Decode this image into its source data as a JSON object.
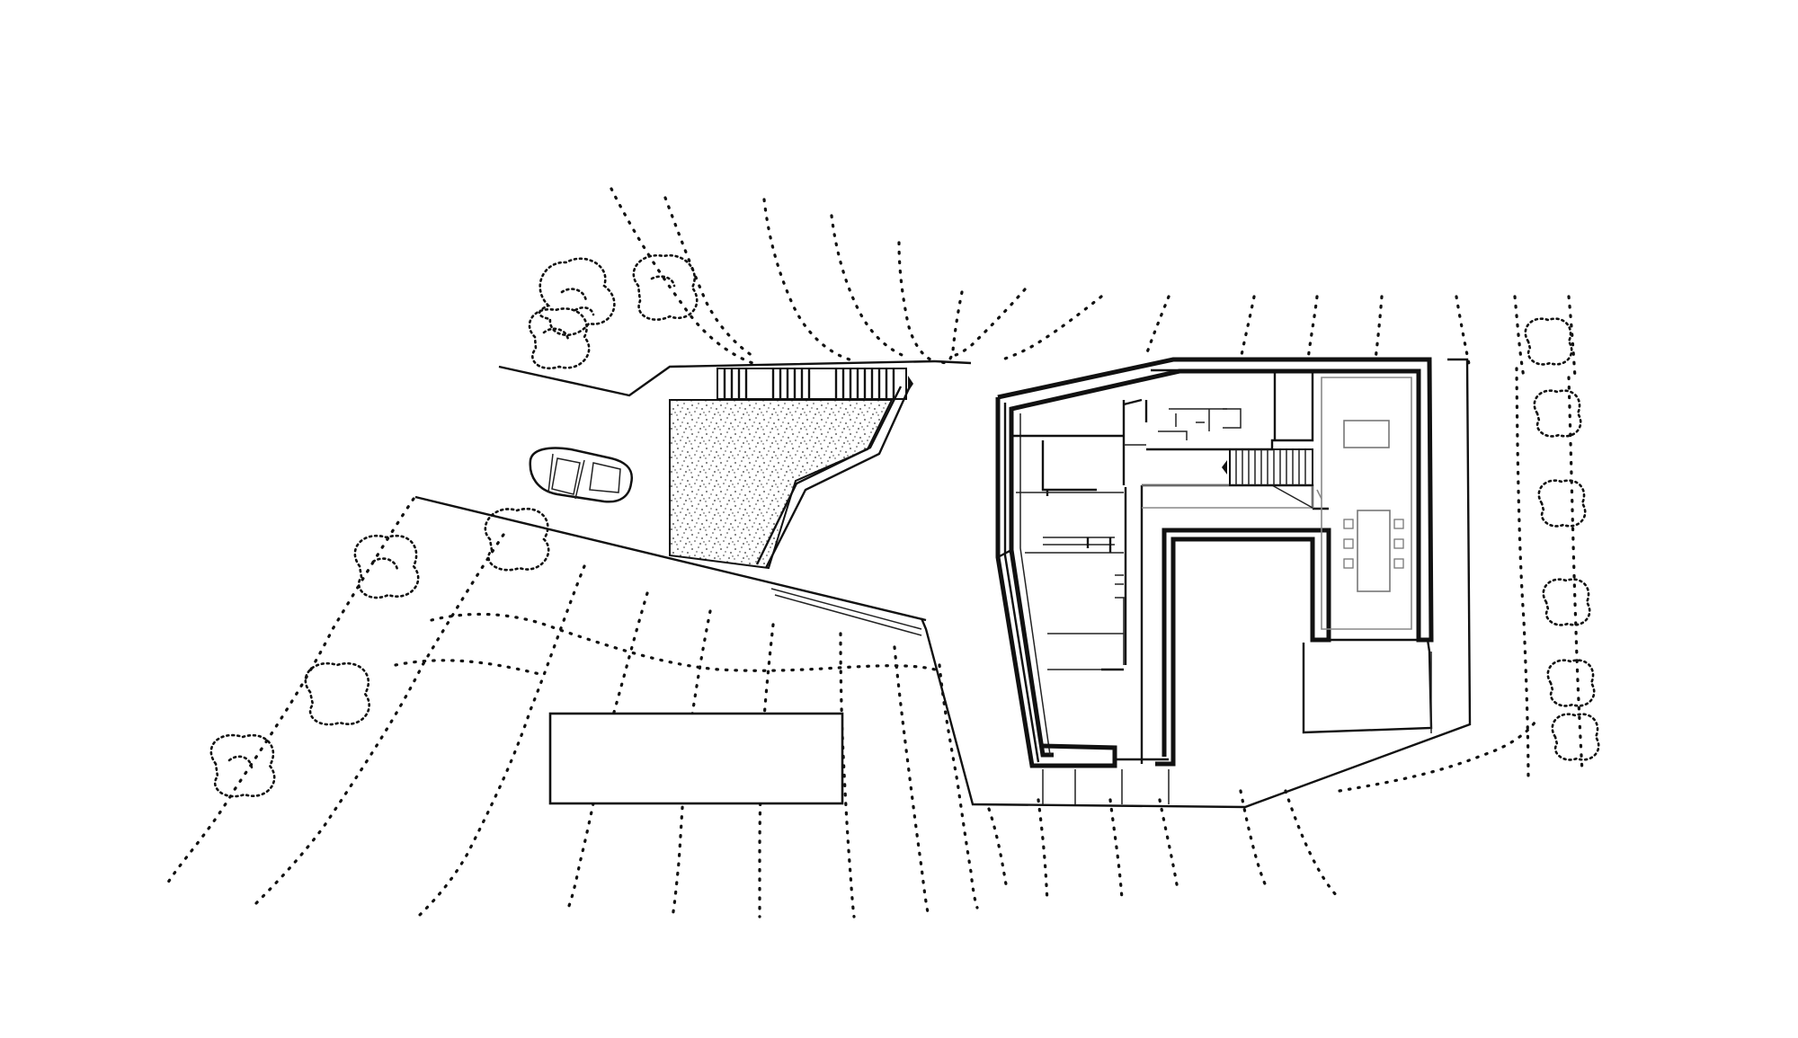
{
  "drawing": {
    "type": "site plan",
    "elements": [
      "contour-lines",
      "house",
      "driveway",
      "gravel-courtyard",
      "entry-stairs",
      "interior-stair",
      "pool",
      "car",
      "trees",
      "dining-table",
      "retaining-walls"
    ]
  }
}
